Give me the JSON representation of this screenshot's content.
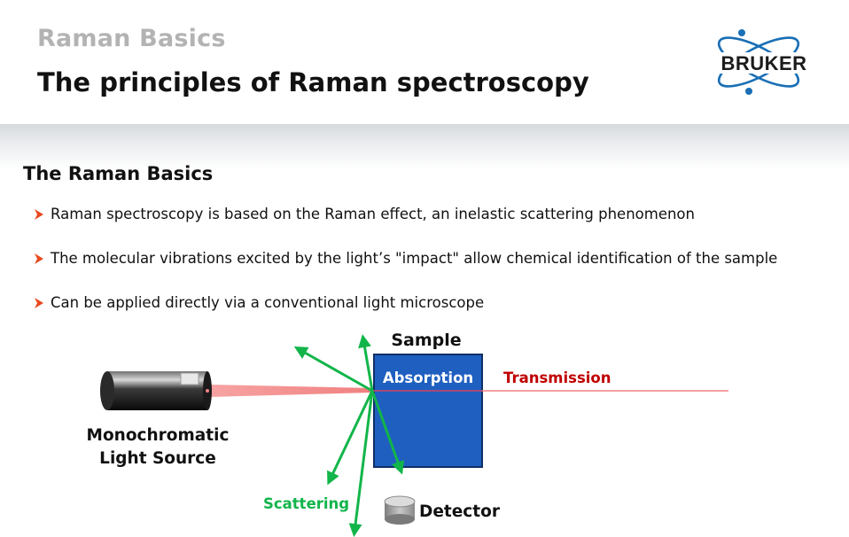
{
  "header": {
    "supertitle": "Raman Basics",
    "title": "The principles of Raman spectroscopy",
    "logo_text": "BRUKER"
  },
  "section": {
    "title": "The Raman Basics",
    "bullets": [
      "Raman spectroscopy is based on the Raman effect, an inelastic scattering phenomenon",
      "The molecular vibrations excited by the light’s \"impact\" allow chemical identification of the sample",
      "Can be applied directly via a conventional light microscope"
    ]
  },
  "diagram": {
    "sample_label": "Sample",
    "absorption_label": "Absorption",
    "transmission_label": "Transmission",
    "source_label_line1": "Monochromatic",
    "source_label_line2": "Light Source",
    "scattering_label": "Scattering",
    "detector_label": "Detector"
  },
  "colors": {
    "bullet_arrow": "#e8491d",
    "sample_fill": "#1f5fc0",
    "transmission_text": "#c00000",
    "laser_beam": "#f08080",
    "scatter_arrows": "#12b54a",
    "logo_blue": "#1a6fb5"
  },
  "icons": [
    "bruker-atom-logo-icon",
    "bullet-arrow-icon",
    "light-source-cylinder-icon",
    "detector-icon"
  ]
}
